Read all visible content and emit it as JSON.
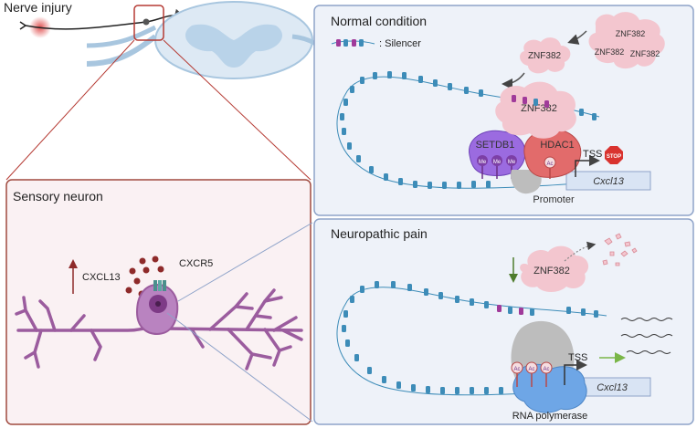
{
  "top": {
    "title": "Nerve injury"
  },
  "sensory": {
    "title": "Sensory neuron",
    "cxcl13_label": "CXCL13",
    "cxcr5_label": "CXCR5"
  },
  "normal": {
    "title": "Normal condition",
    "silencer_label": ": Silencer",
    "znf_main": "ZNF382",
    "znf_free": "ZNF382",
    "znf_cluster": [
      "ZNF382",
      "ZNF382",
      "ZNF382"
    ],
    "setdb1": "SETDB1",
    "hdac1": "HDAC1",
    "me": [
      "Me",
      "Me",
      "Me"
    ],
    "ac": "Ac",
    "tss": "TSS",
    "stop": "STOP",
    "gene": "Cxcl13",
    "promoter": "Promoter"
  },
  "pain": {
    "title": "Neuropathic pain",
    "znf": "ZNF382",
    "ac": [
      "Ac",
      "Ac",
      "Ac"
    ],
    "tss": "TSS",
    "gene": "Cxcl13",
    "polymerase": "RNA polymerase"
  },
  "colors": {
    "panel_border": "#8ea3c9",
    "panel_fill": "#eef2f9",
    "neuron_border": "#a04a3f",
    "neuron_fill": "#faf1f3",
    "neuron": "#9b5c9e",
    "dna": "#3d8cb8",
    "silencer": "#a03a9a",
    "znf": "#f3c6cf",
    "setdb1": "#9b6be0",
    "hdac1": "#e26b6b",
    "stop": "#d9332f",
    "gene_box": "#d9e4f4",
    "polymerase": "#6ea6e6",
    "cxcl13": "#8e2a2a"
  }
}
